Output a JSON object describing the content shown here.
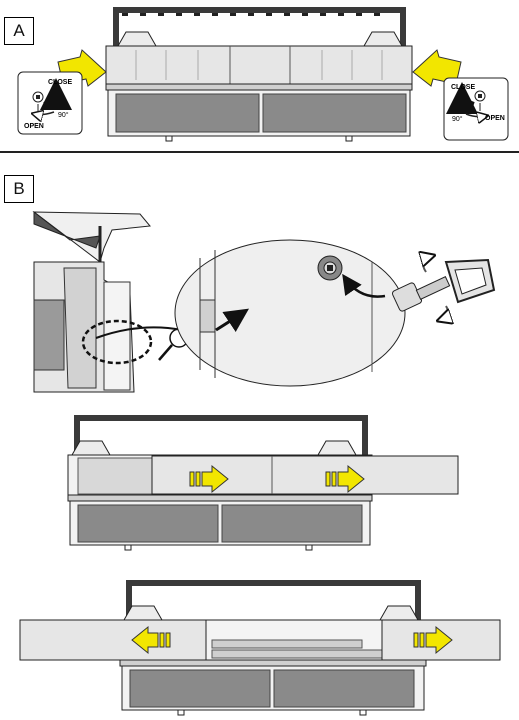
{
  "panel_a": {
    "label": "A",
    "left_dial": {
      "close": "CLOSE",
      "open": "OPEN",
      "angle": "90°"
    },
    "right_dial": {
      "close": "CLOSE",
      "open": "OPEN",
      "angle": "90°"
    }
  },
  "panel_b": {
    "label": "B"
  },
  "colors": {
    "arrow_yellow": "#f2e600",
    "panel_gray": "#e3e3e3",
    "panel_dark": "#8a8a8a",
    "line": "#222222"
  }
}
